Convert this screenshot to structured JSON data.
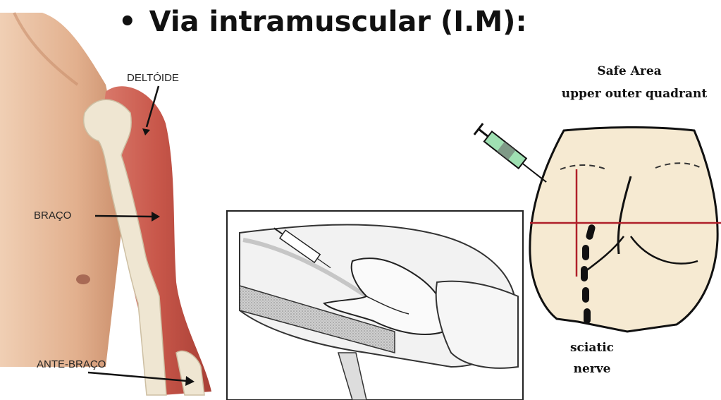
{
  "slide": {
    "bullet": "•",
    "title": "Via intramuscular (I.M):"
  },
  "arm_figure": {
    "labels": {
      "deltoid": "DELTÓIDE",
      "arm": "BRAÇO",
      "forearm": "ANTE-BRAÇO"
    }
  },
  "gluteal_figure": {
    "safe_area_line1": "Safe Area",
    "safe_area_line2": "upper outer quadrant",
    "nerve_line1": "sciatic",
    "nerve_line2": "nerve"
  },
  "colors": {
    "skin": "#e2b08e",
    "muscle": "#c8574a",
    "bone": "#efe6d2",
    "buttocks_fill": "#f6ead2",
    "quadrant_lines": "#b0202a",
    "syringe_body": "#9fe0b2"
  }
}
